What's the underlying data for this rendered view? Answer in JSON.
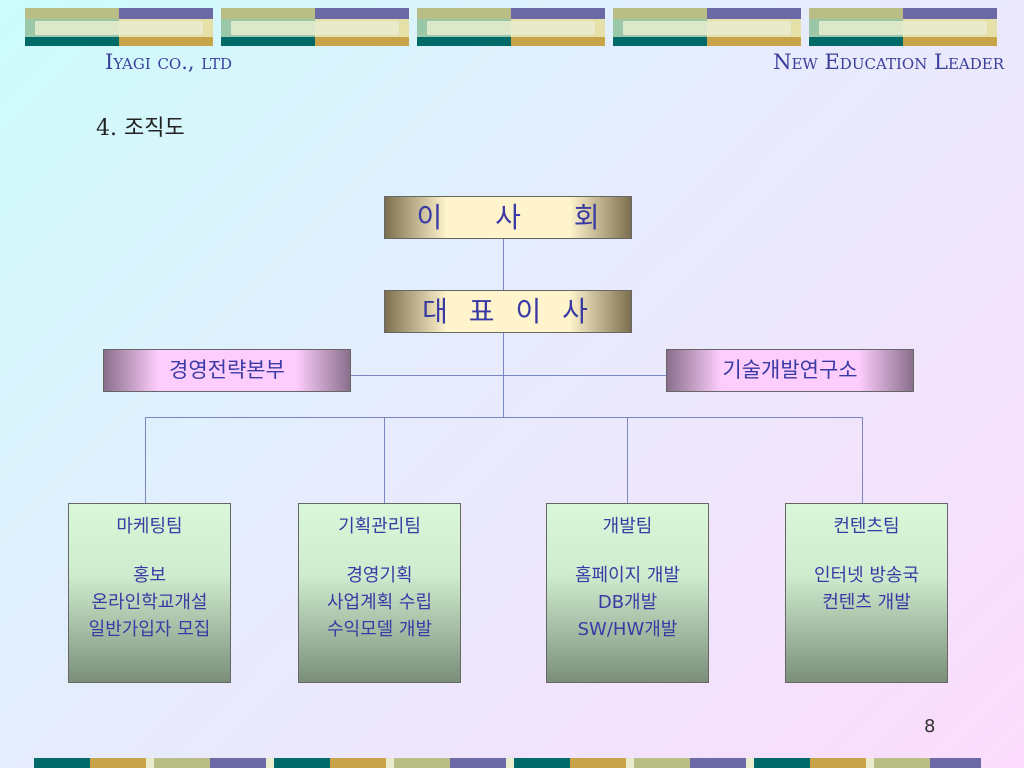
{
  "header": {
    "company": "Iyagi co., ltd",
    "slogan": "New Education Leader"
  },
  "section_title": "4. 조직도",
  "org": {
    "board": "이 사 회",
    "ceo": "대 표 이 사",
    "strategy": "경영전략본부",
    "rnd": "기술개발연구소",
    "teams": [
      {
        "name": "마케팅팀",
        "desc": "홍보\n온라인학교개설\n일반가입자 모집"
      },
      {
        "name": "기획관리팀",
        "desc": "경영기획\n사업계획 수립\n수익모델 개발"
      },
      {
        "name": "개발팀",
        "desc": "홈페이지 개발\nDB개발\nSW/HW개발"
      },
      {
        "name": "컨텐츠팀",
        "desc": "인터넷 방송국\n컨텐츠 개발"
      }
    ]
  },
  "page_number": "8",
  "colors": {
    "text_blue": "#3a3aa4",
    "connector": "#7b86c4"
  }
}
